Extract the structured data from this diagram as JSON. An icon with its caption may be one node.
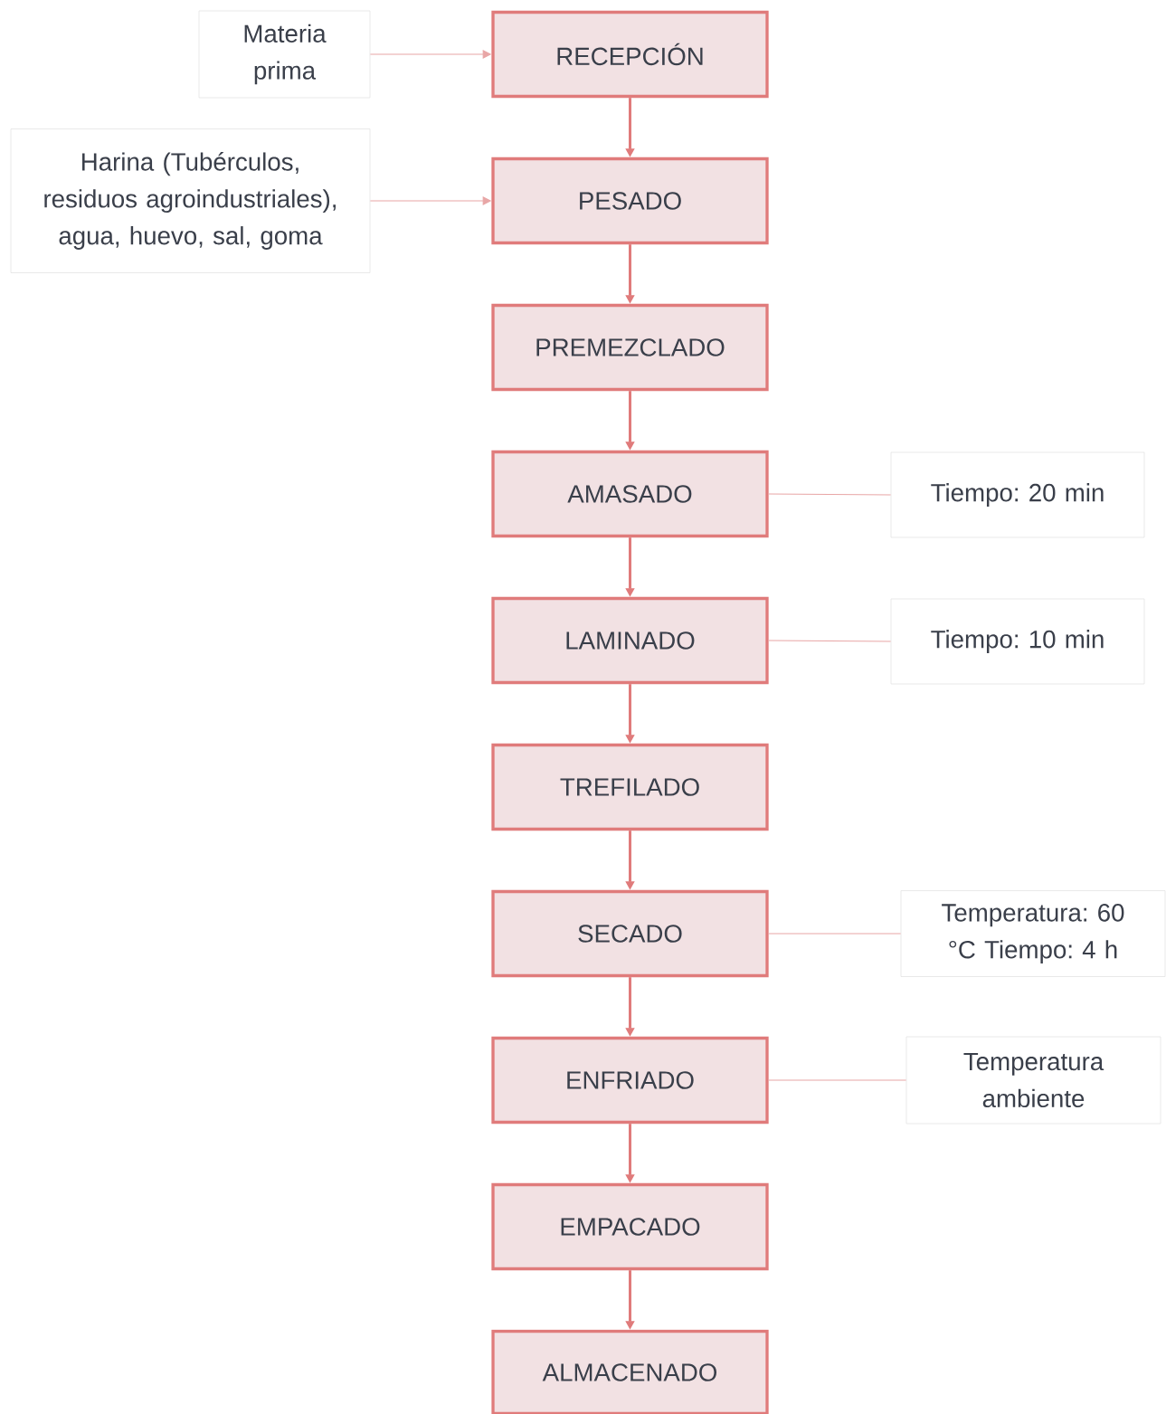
{
  "diagram": {
    "nodes": [
      {
        "text": [
          "Materia prima"
        ]
      },
      {
        "text": [
          "RECEPCIÓN"
        ]
      },
      {
        "text": [
          "Harina (Tubérculos, residuos agroindustriales), agua, huevo, sal, goma"
        ]
      },
      {
        "text": [
          "PESADO"
        ]
      },
      {
        "text": [
          "PREMEZCLADO"
        ]
      },
      {
        "text": [
          "AMASADO"
        ]
      },
      {
        "text": [
          "Tiempo: 20 min"
        ]
      },
      {
        "text": [
          "LAMINADO"
        ]
      },
      {
        "text": [
          "Tiempo: 10 min"
        ]
      },
      {
        "text": [
          "TREFILADO"
        ]
      },
      {
        "text": [
          "SECADO"
        ]
      },
      {
        "text": [
          "Temperatura: 60 °C Tiempo: 4 h"
        ]
      },
      {
        "text": [
          "ENFRIADO"
        ]
      },
      {
        "text": [
          "Temperatura ambiente"
        ]
      },
      {
        "text": [
          "EMPACADO"
        ]
      },
      {
        "text": [
          "ALMACENADO"
        ]
      }
    ],
    "edges": [
      {
        "from": 0,
        "to": 1,
        "arrow": "to",
        "color": "#e8a6a6"
      },
      {
        "from": 1,
        "to": 3,
        "arrow": "to"
      },
      {
        "from": 2,
        "to": 3,
        "arrow": "to",
        "color": "#e8a6a6"
      },
      {
        "from": 3,
        "to": 4,
        "arrow": "to"
      },
      {
        "from": 4,
        "to": 5,
        "arrow": "to"
      },
      {
        "from": 5,
        "to": 6,
        "arrow": "none",
        "color": "#e8a6a6"
      },
      {
        "from": 5,
        "to": 7,
        "arrow": "to"
      },
      {
        "from": 7,
        "to": 8,
        "arrow": "none",
        "color": "#e8a6a6"
      },
      {
        "from": 7,
        "to": 9,
        "arrow": "to"
      },
      {
        "from": 9,
        "to": 10,
        "arrow": "to"
      },
      {
        "from": 10,
        "to": 11,
        "arrow": "none",
        "color": "#e8a6a6"
      },
      {
        "from": 10,
        "to": 12,
        "arrow": "to"
      },
      {
        "from": 12,
        "to": 13,
        "arrow": "none",
        "color": "#e8a6a6"
      },
      {
        "from": 12,
        "to": 14,
        "arrow": "to"
      },
      {
        "from": 14,
        "to": 15,
        "arrow": "to"
      }
    ]
  }
}
